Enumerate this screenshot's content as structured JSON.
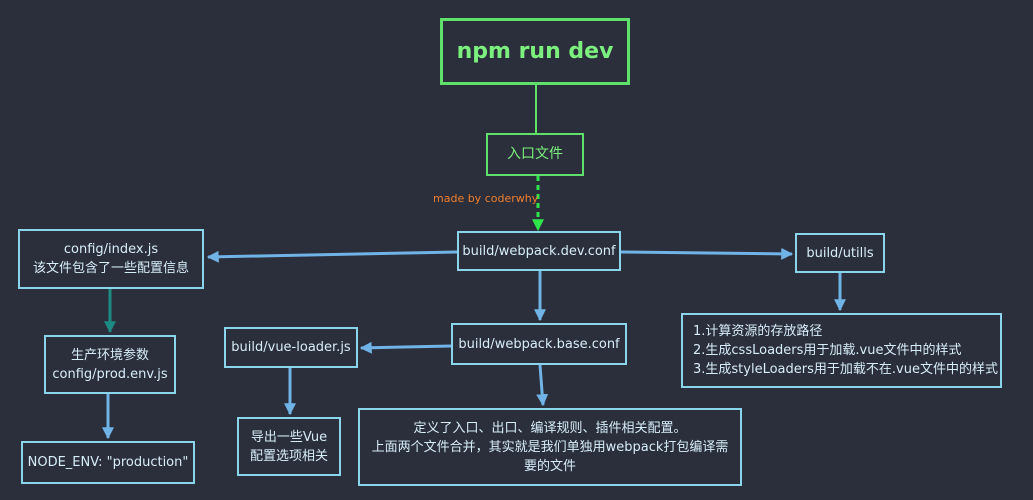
{
  "title": "npm run dev",
  "entry": "入口文件",
  "credit": "made by coderwhy",
  "webpack_dev": "build/webpack.dev.conf",
  "config_index": {
    "line1": "config/index.js",
    "line2": "该文件包含了一些配置信息"
  },
  "prod_env": {
    "line1": "生产环境参数",
    "line2": "config/prod.env.js"
  },
  "node_env": "NODE_ENV: \"production\"",
  "utils": "build/utills",
  "utils_desc": {
    "line1": "1.计算资源的存放路径",
    "line2": "2.生成cssLoaders用于加载.vue文件中的样式",
    "line3": "3.生成styleLoaders用于加载不在.vue文件中的样式"
  },
  "webpack_base": "build/webpack.base.conf",
  "base_desc": {
    "line1": "定义了入口、出口、编译规则、插件相关配置。",
    "line2": "上面两个文件合并，其实就是我们单独用webpack打包编译需",
    "line3": "要的文件"
  },
  "vue_loader": "build/vue-loader.js",
  "vue_desc": {
    "line1": "导出一些Vue",
    "line2": "配置选项相关"
  },
  "colors": {
    "background": "#2b2e3b",
    "green": "#5fe06b",
    "blue": "#8ad4ec",
    "arrow": "#70b3e6",
    "teal": "#1e8a84",
    "credit": "#f07f2e"
  }
}
